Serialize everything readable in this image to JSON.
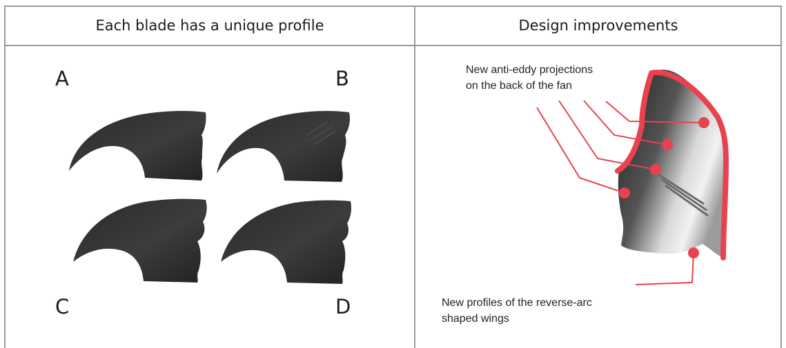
{
  "header": {
    "left_title": "Each blade has a unique profile",
    "right_title": "Design improvements"
  },
  "left_panel": {
    "labels": [
      "A",
      "B",
      "C",
      "D"
    ]
  },
  "right_panel": {
    "callout_top": [
      "New anti-eddy projections",
      "on the back of the fan"
    ],
    "callout_bottom": [
      "New profiles of the reverse-arc",
      "shaped wings"
    ]
  },
  "colors": {
    "accent": "#e8424f",
    "blade": "#1f1f1f",
    "border": "#9a9a9a"
  }
}
